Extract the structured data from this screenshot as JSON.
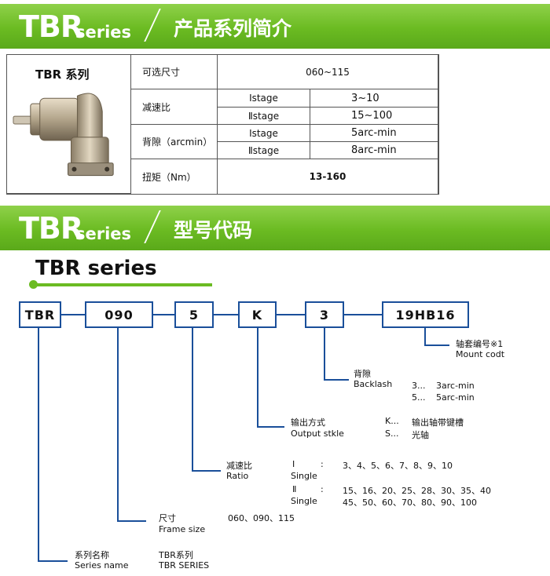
{
  "banner1": {
    "big": "TBR",
    "small": "series",
    "cn": "产品系列简介"
  },
  "banner2": {
    "big": "TBR",
    "small": "series",
    "cn": "型号代码"
  },
  "spec": {
    "title": "TBR 系列",
    "rows": {
      "size_label": "可选尺寸",
      "size_value": "060~115",
      "ratio_label": "减速比",
      "ratio_s1_label": "Ⅰstage",
      "ratio_s1_value": "3~10",
      "ratio_s2_label": "Ⅱstage",
      "ratio_s2_value": "15~100",
      "backlash_label": "背隙（arcmin）",
      "backlash_s1_label": "Ⅰstage",
      "backlash_s1_value": "5arc-min",
      "backlash_s2_label": "Ⅱstage",
      "backlash_s2_value": "8arc-min",
      "torque_label": "扭矩（Nm）",
      "torque_value": "13-160"
    }
  },
  "model": {
    "title": "TBR series",
    "codes": [
      "TBR",
      "090",
      "5",
      "K",
      "3",
      "19HB16"
    ],
    "mount": {
      "cn": "轴套编号※1",
      "en": "Mount codt"
    },
    "backlash": {
      "cn": "背隙",
      "en": "Backlash",
      "opt1_code": "3...",
      "opt1_text": "3arc-min",
      "opt2_code": "5...",
      "opt2_text": "5arc-min"
    },
    "output": {
      "cn": "输出方式",
      "en": "Output stkle",
      "opt1_code": "K...",
      "opt1_text": "输出轴带键槽",
      "opt2_code": "S...",
      "opt2_text": "光轴"
    },
    "ratio": {
      "cn": "减速比",
      "en": "Ratio",
      "s1_roman": "Ⅰ",
      "s1_colon": ":",
      "s1_single": "Single",
      "s1_values": "3、4、5、6、7、8、9、10",
      "s2_roman": "Ⅱ",
      "s2_colon": ":",
      "s2_single": "Single",
      "s2_values1": "15、16、20、25、28、30、35、40",
      "s2_values2": "45、50、60、70、80、90、100"
    },
    "frame": {
      "cn": "尺寸",
      "en": "Frame size",
      "values": "060、090、115"
    },
    "series": {
      "cn": "系列名称",
      "en": "Series name",
      "value_cn": "TBR系列",
      "value_en": "TBR SERIES"
    }
  },
  "colors": {
    "green": "#6bbb22",
    "blue": "#1a4f9a"
  }
}
